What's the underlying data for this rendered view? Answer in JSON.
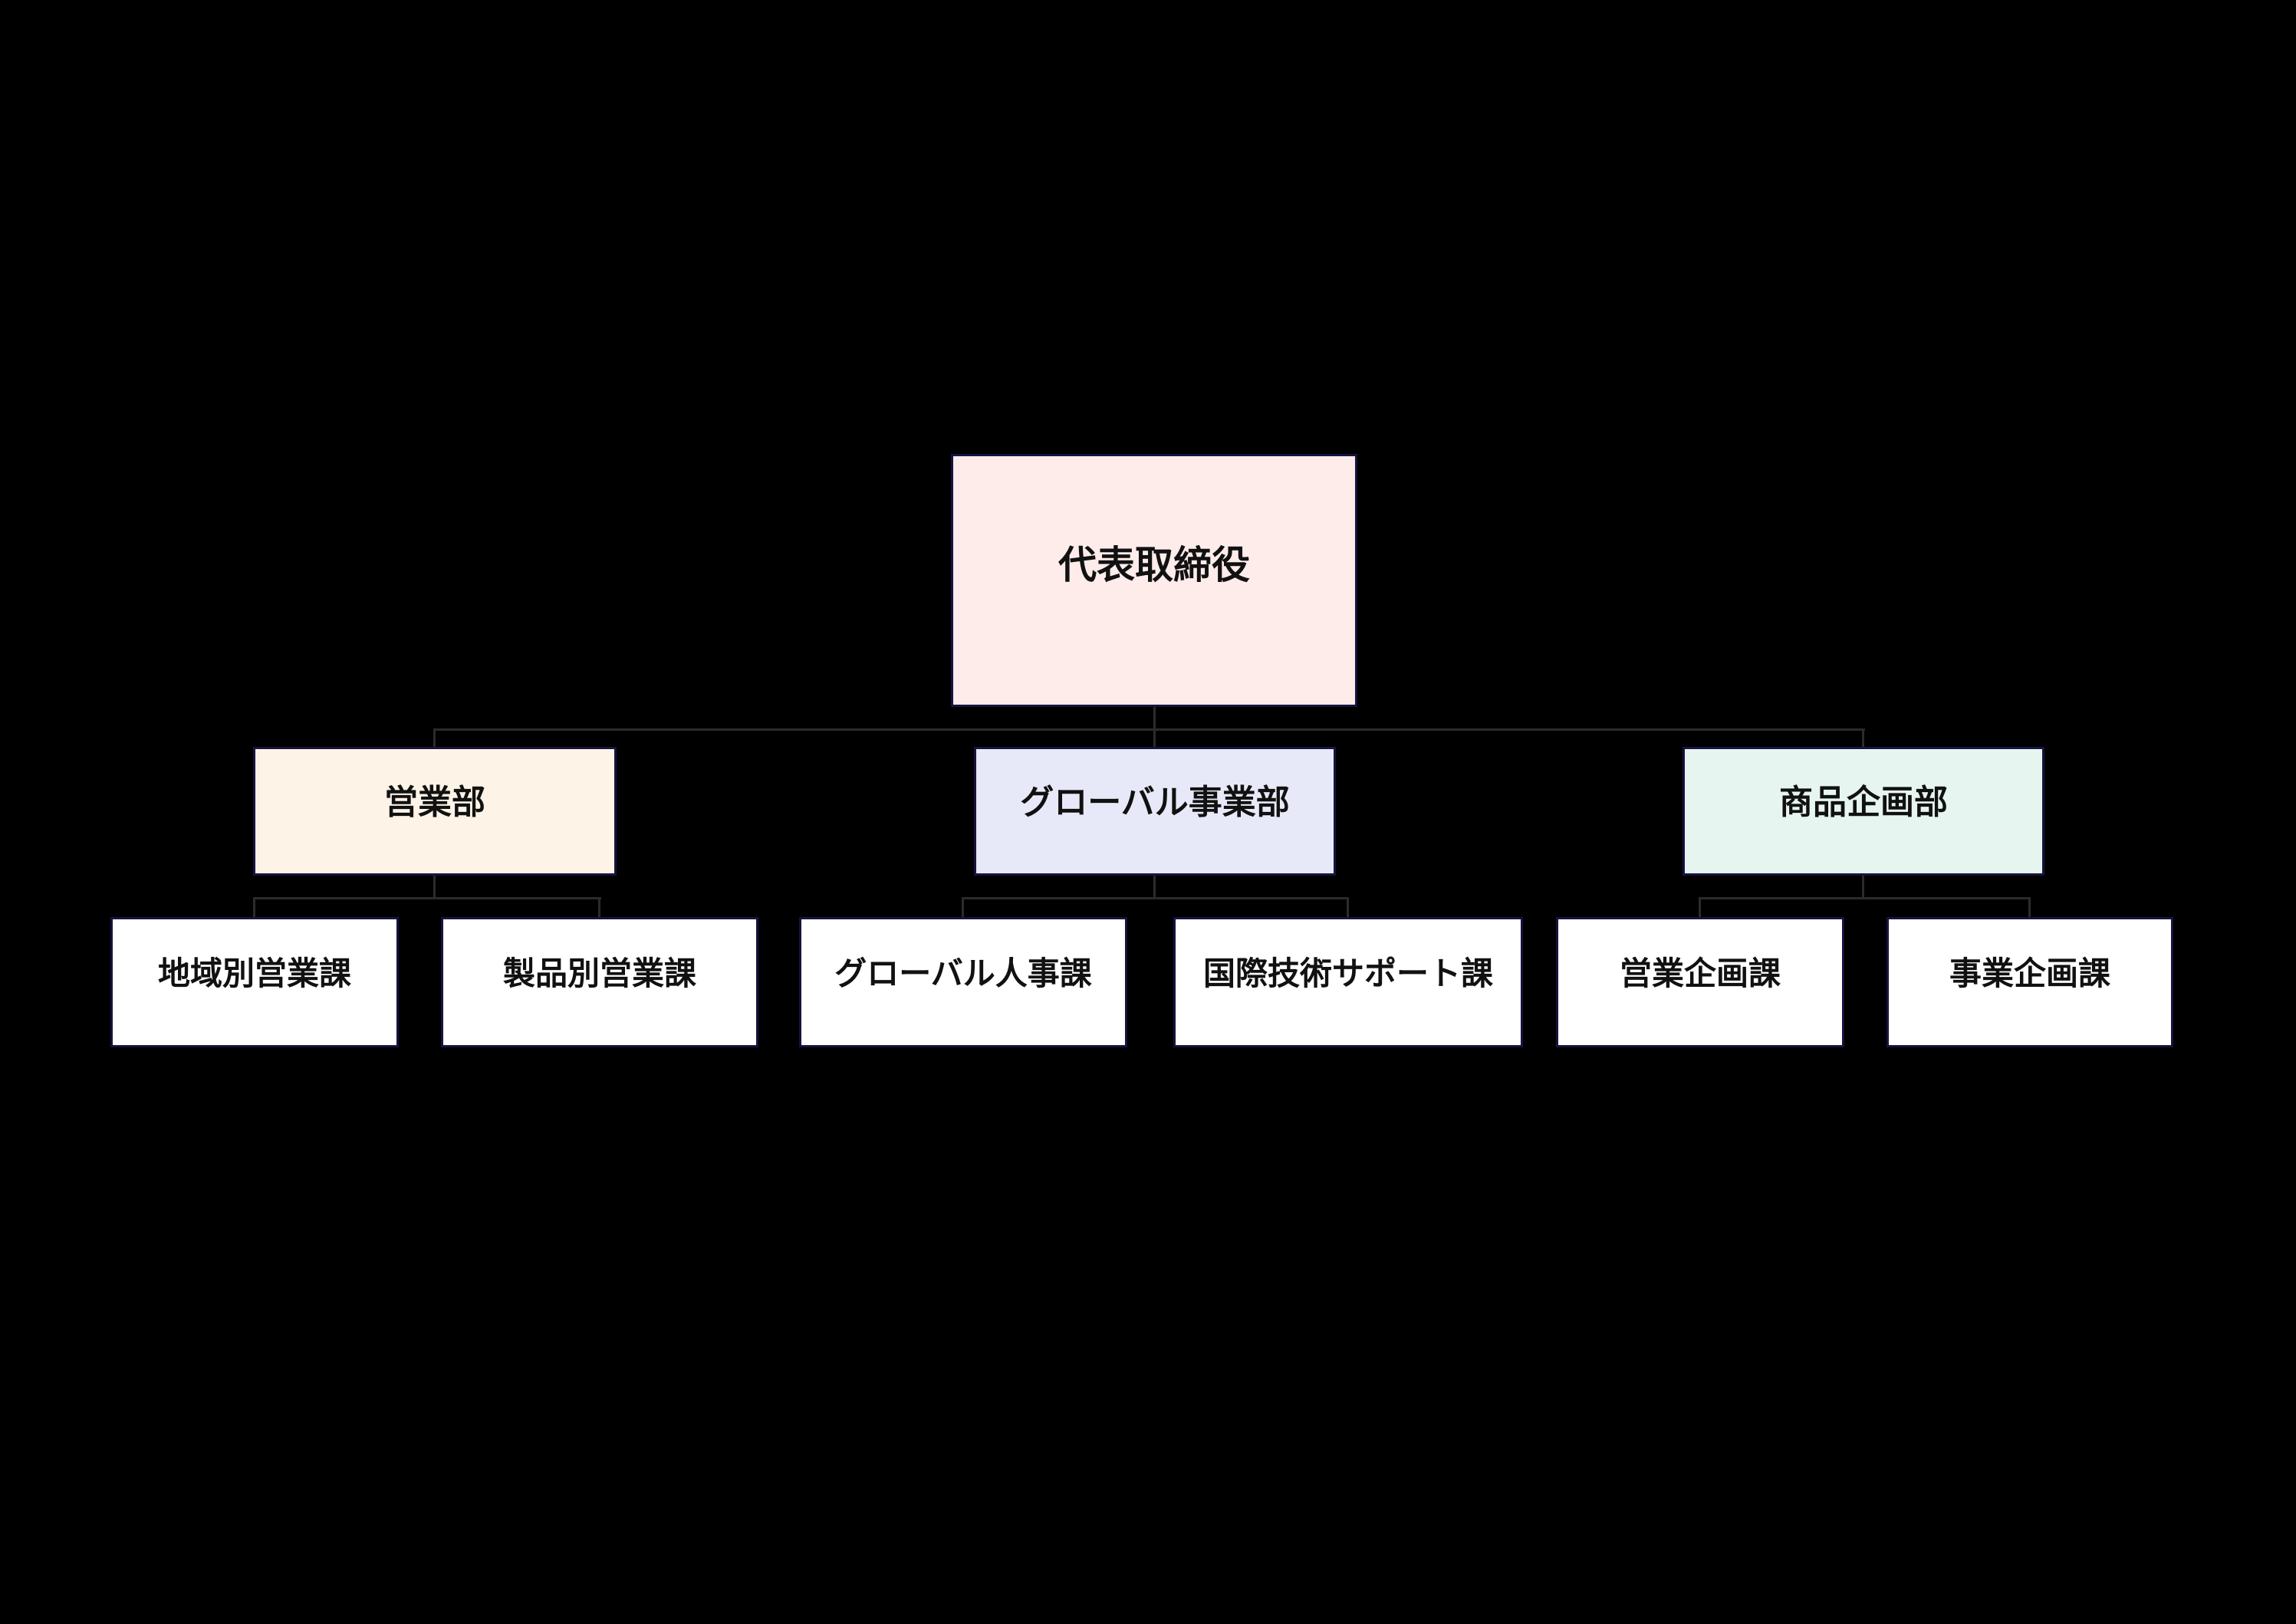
{
  "canvas": {
    "background": "#000000"
  },
  "colors": {
    "border": "#15133F",
    "connector": "#2B2B2B",
    "text": "#111111",
    "section_fill": "#FFFFFF"
  },
  "org_chart": {
    "root": {
      "label": "代表取締役",
      "fill": "#FEECEB"
    },
    "departments": [
      {
        "label": "営業部",
        "fill": "#FDF3E7",
        "sections": [
          {
            "label": "地域別営業課",
            "fill": "#FFFFFF"
          },
          {
            "label": "製品別営業課",
            "fill": "#FFFFFF"
          }
        ]
      },
      {
        "label": "グローバル事業部",
        "fill": "#E8E9F8",
        "sections": [
          {
            "label": "グローバル人事課",
            "fill": "#FFFFFF"
          },
          {
            "label": "国際技術サポート課",
            "fill": "#FFFFFF"
          }
        ]
      },
      {
        "label": "商品企画部",
        "fill": "#E6F5F0",
        "sections": [
          {
            "label": "営業企画課",
            "fill": "#FFFFFF"
          },
          {
            "label": "事業企画課",
            "fill": "#FFFFFF"
          }
        ]
      }
    ]
  }
}
